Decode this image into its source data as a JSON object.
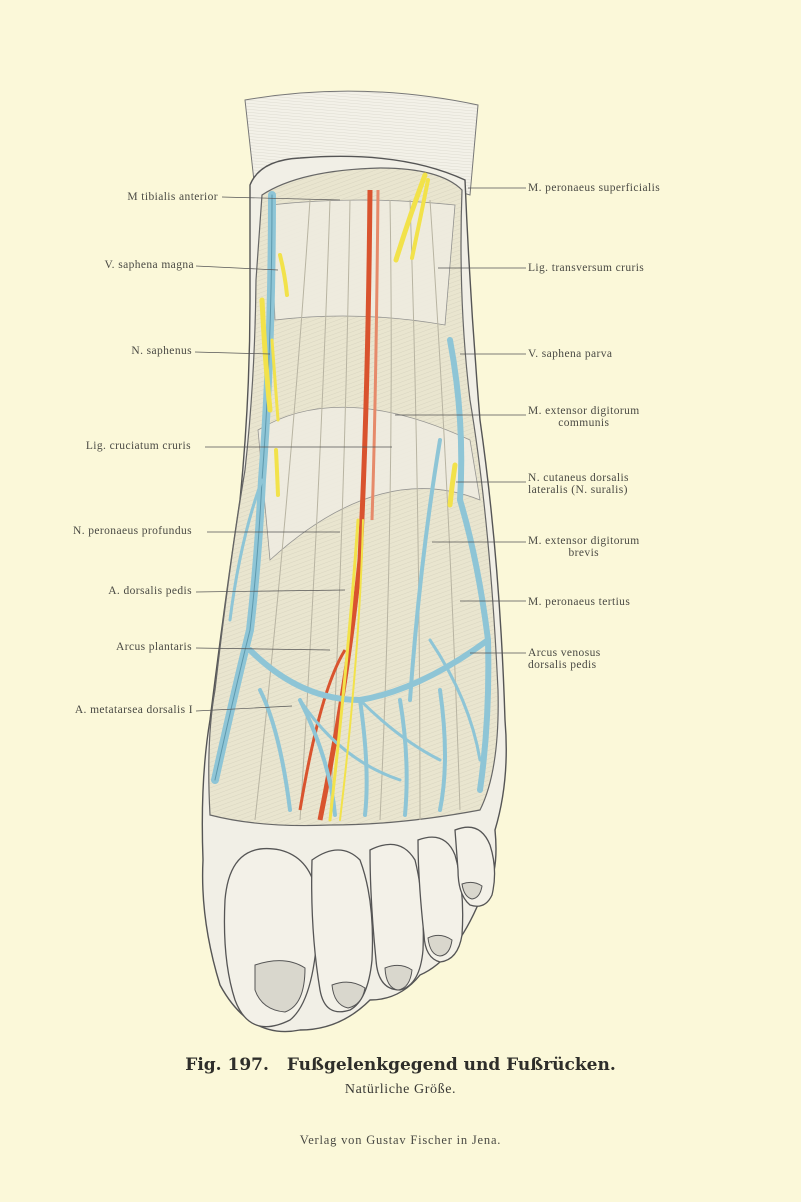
{
  "labels_left": [
    {
      "id": "tibialis-anterior",
      "text": "M  tibialis anterior"
    },
    {
      "id": "saphena-magna",
      "text": "V. saphena magna"
    },
    {
      "id": "n-saphenus",
      "text": "N. saphenus"
    },
    {
      "id": "lig-cruciatum",
      "text": "Lig. cruciatum cruris"
    },
    {
      "id": "peronaeus-profundus",
      "text": "N. peronaeus profundus"
    },
    {
      "id": "dorsalis-pedis",
      "text": "A. dorsalis pedis"
    },
    {
      "id": "arcus-plantaris",
      "text": "Arcus plantaris"
    },
    {
      "id": "metatarsea",
      "text": "A. metatarsea dorsalis I"
    }
  ],
  "labels_right": [
    {
      "id": "peronaeus-superficialis",
      "lines": [
        "M. peronaeus superficialis"
      ]
    },
    {
      "id": "lig-transversum",
      "lines": [
        "Lig. transversum cruris"
      ]
    },
    {
      "id": "saphena-parva",
      "lines": [
        "V. saphena parva"
      ]
    },
    {
      "id": "extensor-digitorum-communis",
      "lines": [
        "M. extensor digitorum",
        "communis"
      ]
    },
    {
      "id": "cutaneus-dorsalis",
      "lines": [
        "N. cutaneus dorsalis",
        "lateralis (N. suralis)"
      ]
    },
    {
      "id": "extensor-digitorum-brevis",
      "lines": [
        "M. extensor digitorum",
        "brevis"
      ]
    },
    {
      "id": "peronaeus-tertius",
      "lines": [
        "M. peronaeus tertius"
      ]
    },
    {
      "id": "arcus-venosus",
      "lines": [
        "Arcus venosus",
        "dorsalis pedis"
      ]
    }
  ],
  "caption": {
    "number": "Fig. 197.",
    "title": "Fußgelenkgegend und Fußrücken.",
    "subtitle": "Natürliche Größe."
  },
  "publisher": "Verlag von Gustav Fischer in Jena.",
  "colors": {
    "background": "#fbf8d9",
    "vein": "#8ec5d6",
    "artery": "#d9532e",
    "nerve": "#f2e24a",
    "muscle": "#ebe7d2",
    "skin": "#f1efe6",
    "ink": "#4a4a44"
  }
}
